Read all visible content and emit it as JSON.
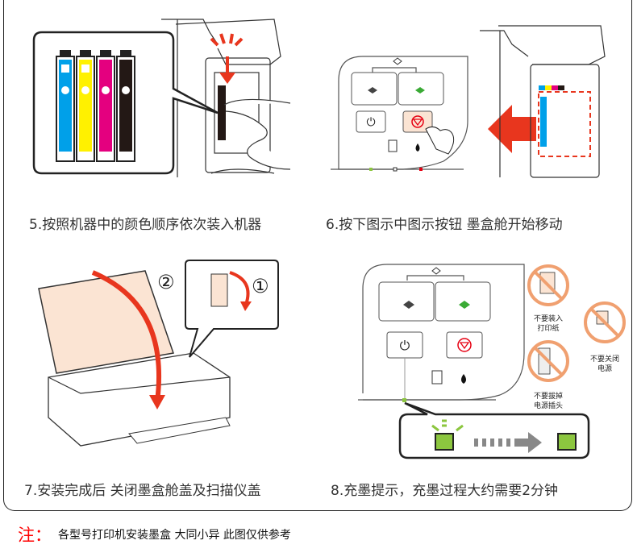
{
  "steps": [
    {
      "number": "5",
      "caption": "5.按照机器中的颜色顺序依次装入机器",
      "cartridges": [
        {
          "name": "cyan",
          "color": "#00a0e9"
        },
        {
          "name": "yellow",
          "color": "#fff100"
        },
        {
          "name": "magenta",
          "color": "#e4007f"
        },
        {
          "name": "black",
          "color": "#231815"
        }
      ]
    },
    {
      "number": "6",
      "caption": "6.按下图示中图示按钮 墨盒舱开始移动"
    },
    {
      "number": "7",
      "caption": "7.安装完成后 关闭墨盒舱盖及扫描仪盖",
      "markers": [
        "②",
        "①"
      ]
    },
    {
      "number": "8",
      "caption": "8.充墨提示，充墨过程大约需要2分钟",
      "warnings": [
        {
          "label_line1": "不要装入",
          "label_line2": "打印纸"
        },
        {
          "label_line1": "不要关闭",
          "label_line2": "电源"
        },
        {
          "label_line1": "不要拔掉",
          "label_line2": "电源插头"
        }
      ]
    }
  ],
  "note": {
    "mark": "注：",
    "text": "各型号打印机安装墨盒 大同小异 此图仅供参考"
  },
  "colors": {
    "accent_red": "#e8361e",
    "led_green": "#8cc63f",
    "warning_orange": "#f0a070",
    "panel_stroke": "#555555"
  }
}
